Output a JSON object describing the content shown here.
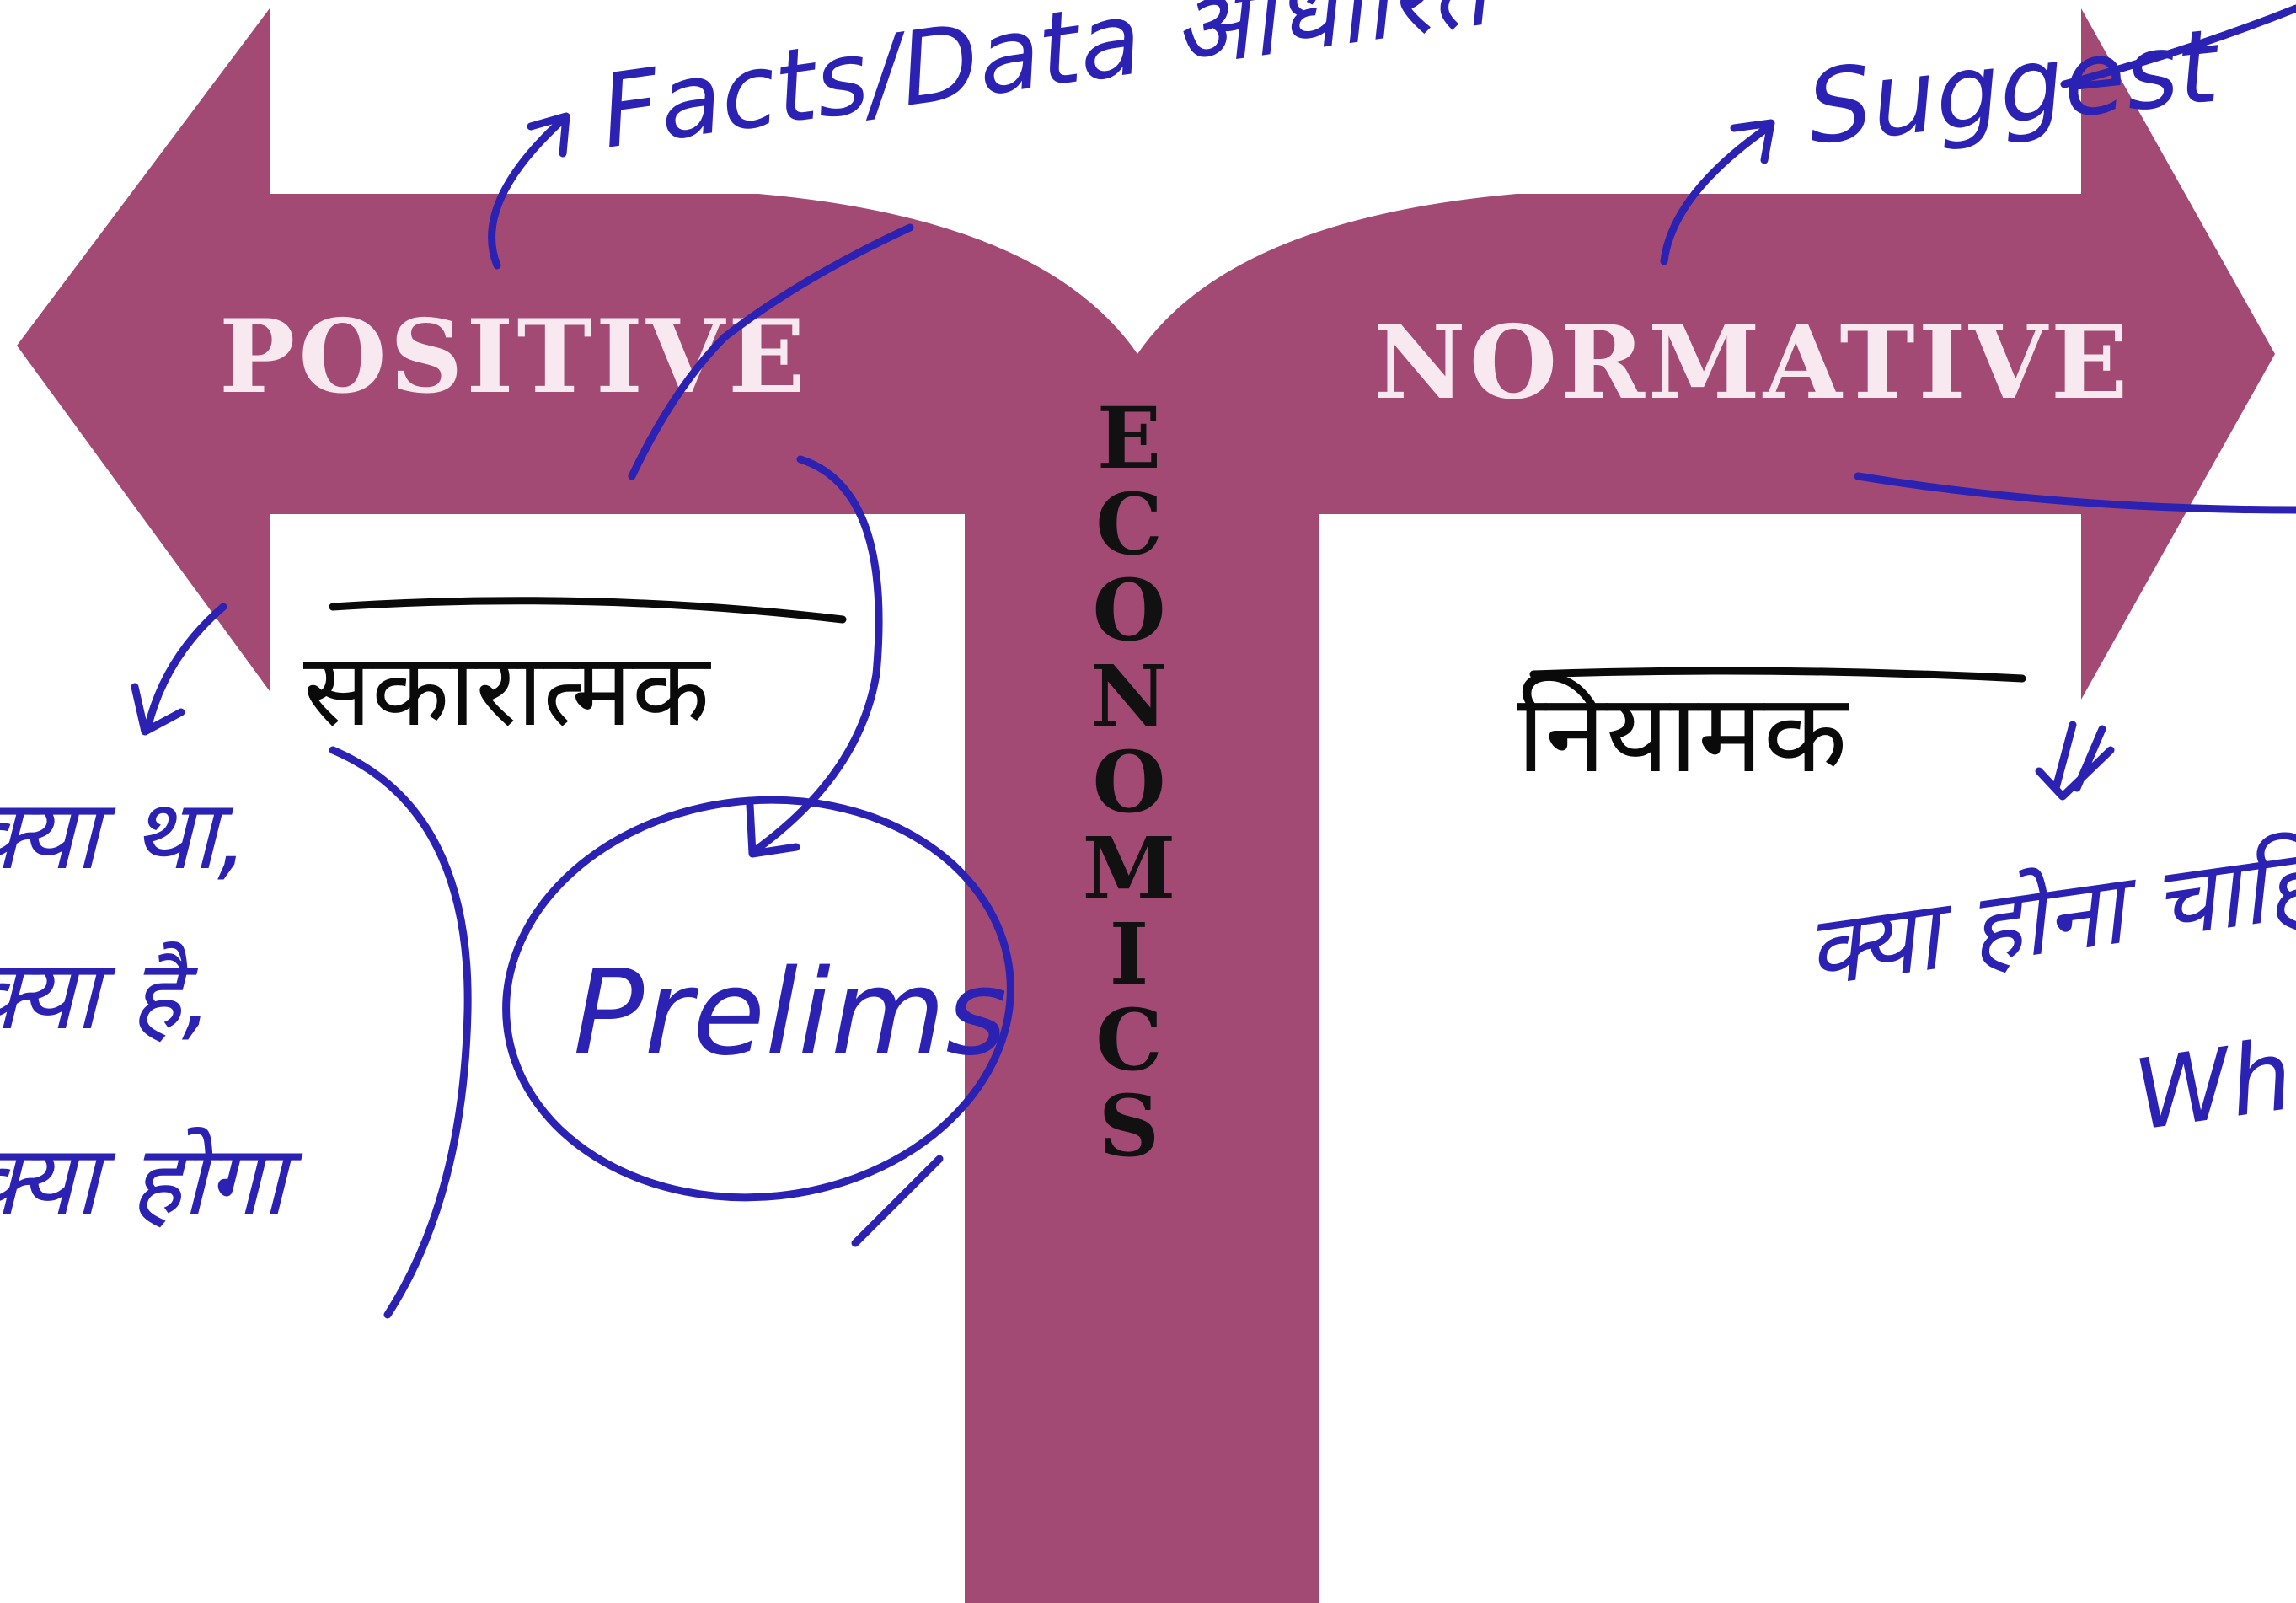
{
  "diagram": {
    "left_branch": "POSITIVE",
    "right_branch": "NORMATIVE",
    "stem": "ECONOMICS",
    "colors": {
      "arrow": "#a34a74",
      "ink_blue": "#2b22b4",
      "ink_black": "#0a0a0a"
    }
  },
  "annotations": {
    "top_left_note": "Facts/Data आधारित",
    "top_right_note": "Suggest",
    "left_hindi_label": "सकारात्मक",
    "right_hindi_label": "नियामक",
    "circled_word": "Prelims",
    "left_lines": [
      "क्या था,",
      "क्या है,",
      "क्या होगा"
    ],
    "right_lines": [
      "क्या होना चाहिए",
      "What"
    ]
  }
}
